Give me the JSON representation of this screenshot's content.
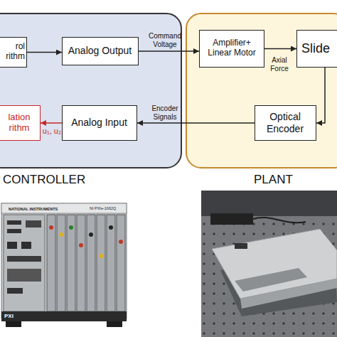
{
  "diagram": {
    "nodes": [
      {
        "text": [
          "CONTROLLER"
        ]
      },
      {
        "text": [
          "rol rithm"
        ],
        "in": 0
      },
      {
        "text": [
          "Analog Output"
        ],
        "in": 0
      },
      {
        "text": [
          "lation rithm"
        ],
        "in": 0
      },
      {
        "text": [
          "Analog Input"
        ],
        "in": 0
      },
      {
        "text": [
          "PLANT"
        ]
      },
      {
        "text": [
          "Amplifier+ Linear Motor"
        ],
        "in": 5
      },
      {
        "text": [
          "Slide"
        ],
        "in": 5
      },
      {
        "text": [
          "Optical Encoder"
        ],
        "in": 5
      }
    ],
    "edges": [
      {
        "from": 1,
        "to": 2,
        "arrow": "to"
      },
      {
        "from": 2,
        "to": 6,
        "label": "Command Voltage",
        "arrow": "to"
      },
      {
        "from": 6,
        "to": 7,
        "label": "Axial Force",
        "arrow": "to"
      },
      {
        "from": 7,
        "to": 8,
        "arrow": "to"
      },
      {
        "from": 8,
        "to": 4,
        "label": "Encoder Signals",
        "arrow": "to"
      },
      {
        "from": 4,
        "to": 3,
        "label": "u₁, u₂",
        "arrow": "to"
      }
    ],
    "labels": [
      "NATIONAL INSTRUMENTS",
      "NI PXIe-1062Q",
      "PXI"
    ]
  }
}
